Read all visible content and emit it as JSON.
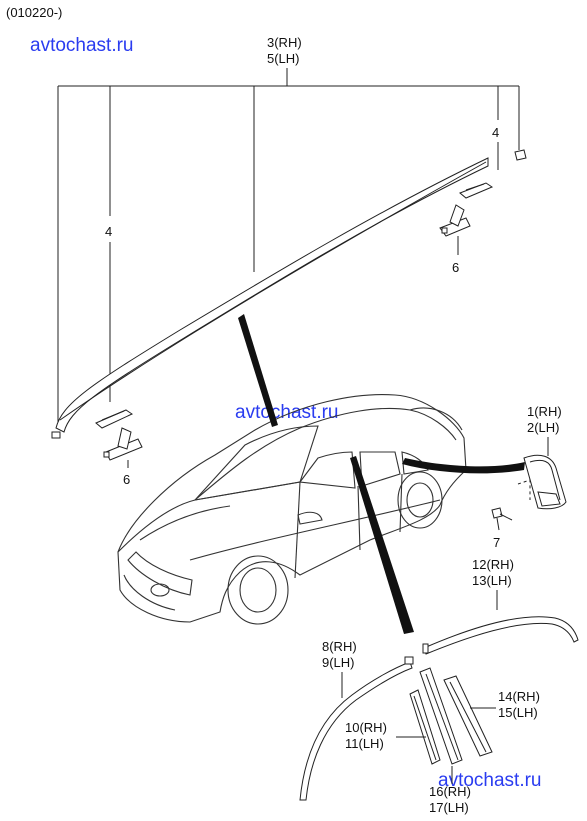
{
  "header": {
    "code": "(010220-)"
  },
  "watermark": {
    "text": "avtochast.ru",
    "color": "#2a3cf0"
  },
  "labels": {
    "p3": "3(RH)",
    "p5": "5(LH)",
    "p4_left": "4",
    "p4_right": "4",
    "p6_left": "6",
    "p6_right": "6",
    "p1": "1(RH)",
    "p2": "2(LH)",
    "p7": "7",
    "p12": "12(RH)",
    "p13": "13(LH)",
    "p8": "8(RH)",
    "p9": "9(LH)",
    "p10": "10(RH)",
    "p11": "11(LH)",
    "p14": "14(RH)",
    "p15": "15(LH)",
    "p16": "16(RH)",
    "p17": "17(LH)"
  }
}
